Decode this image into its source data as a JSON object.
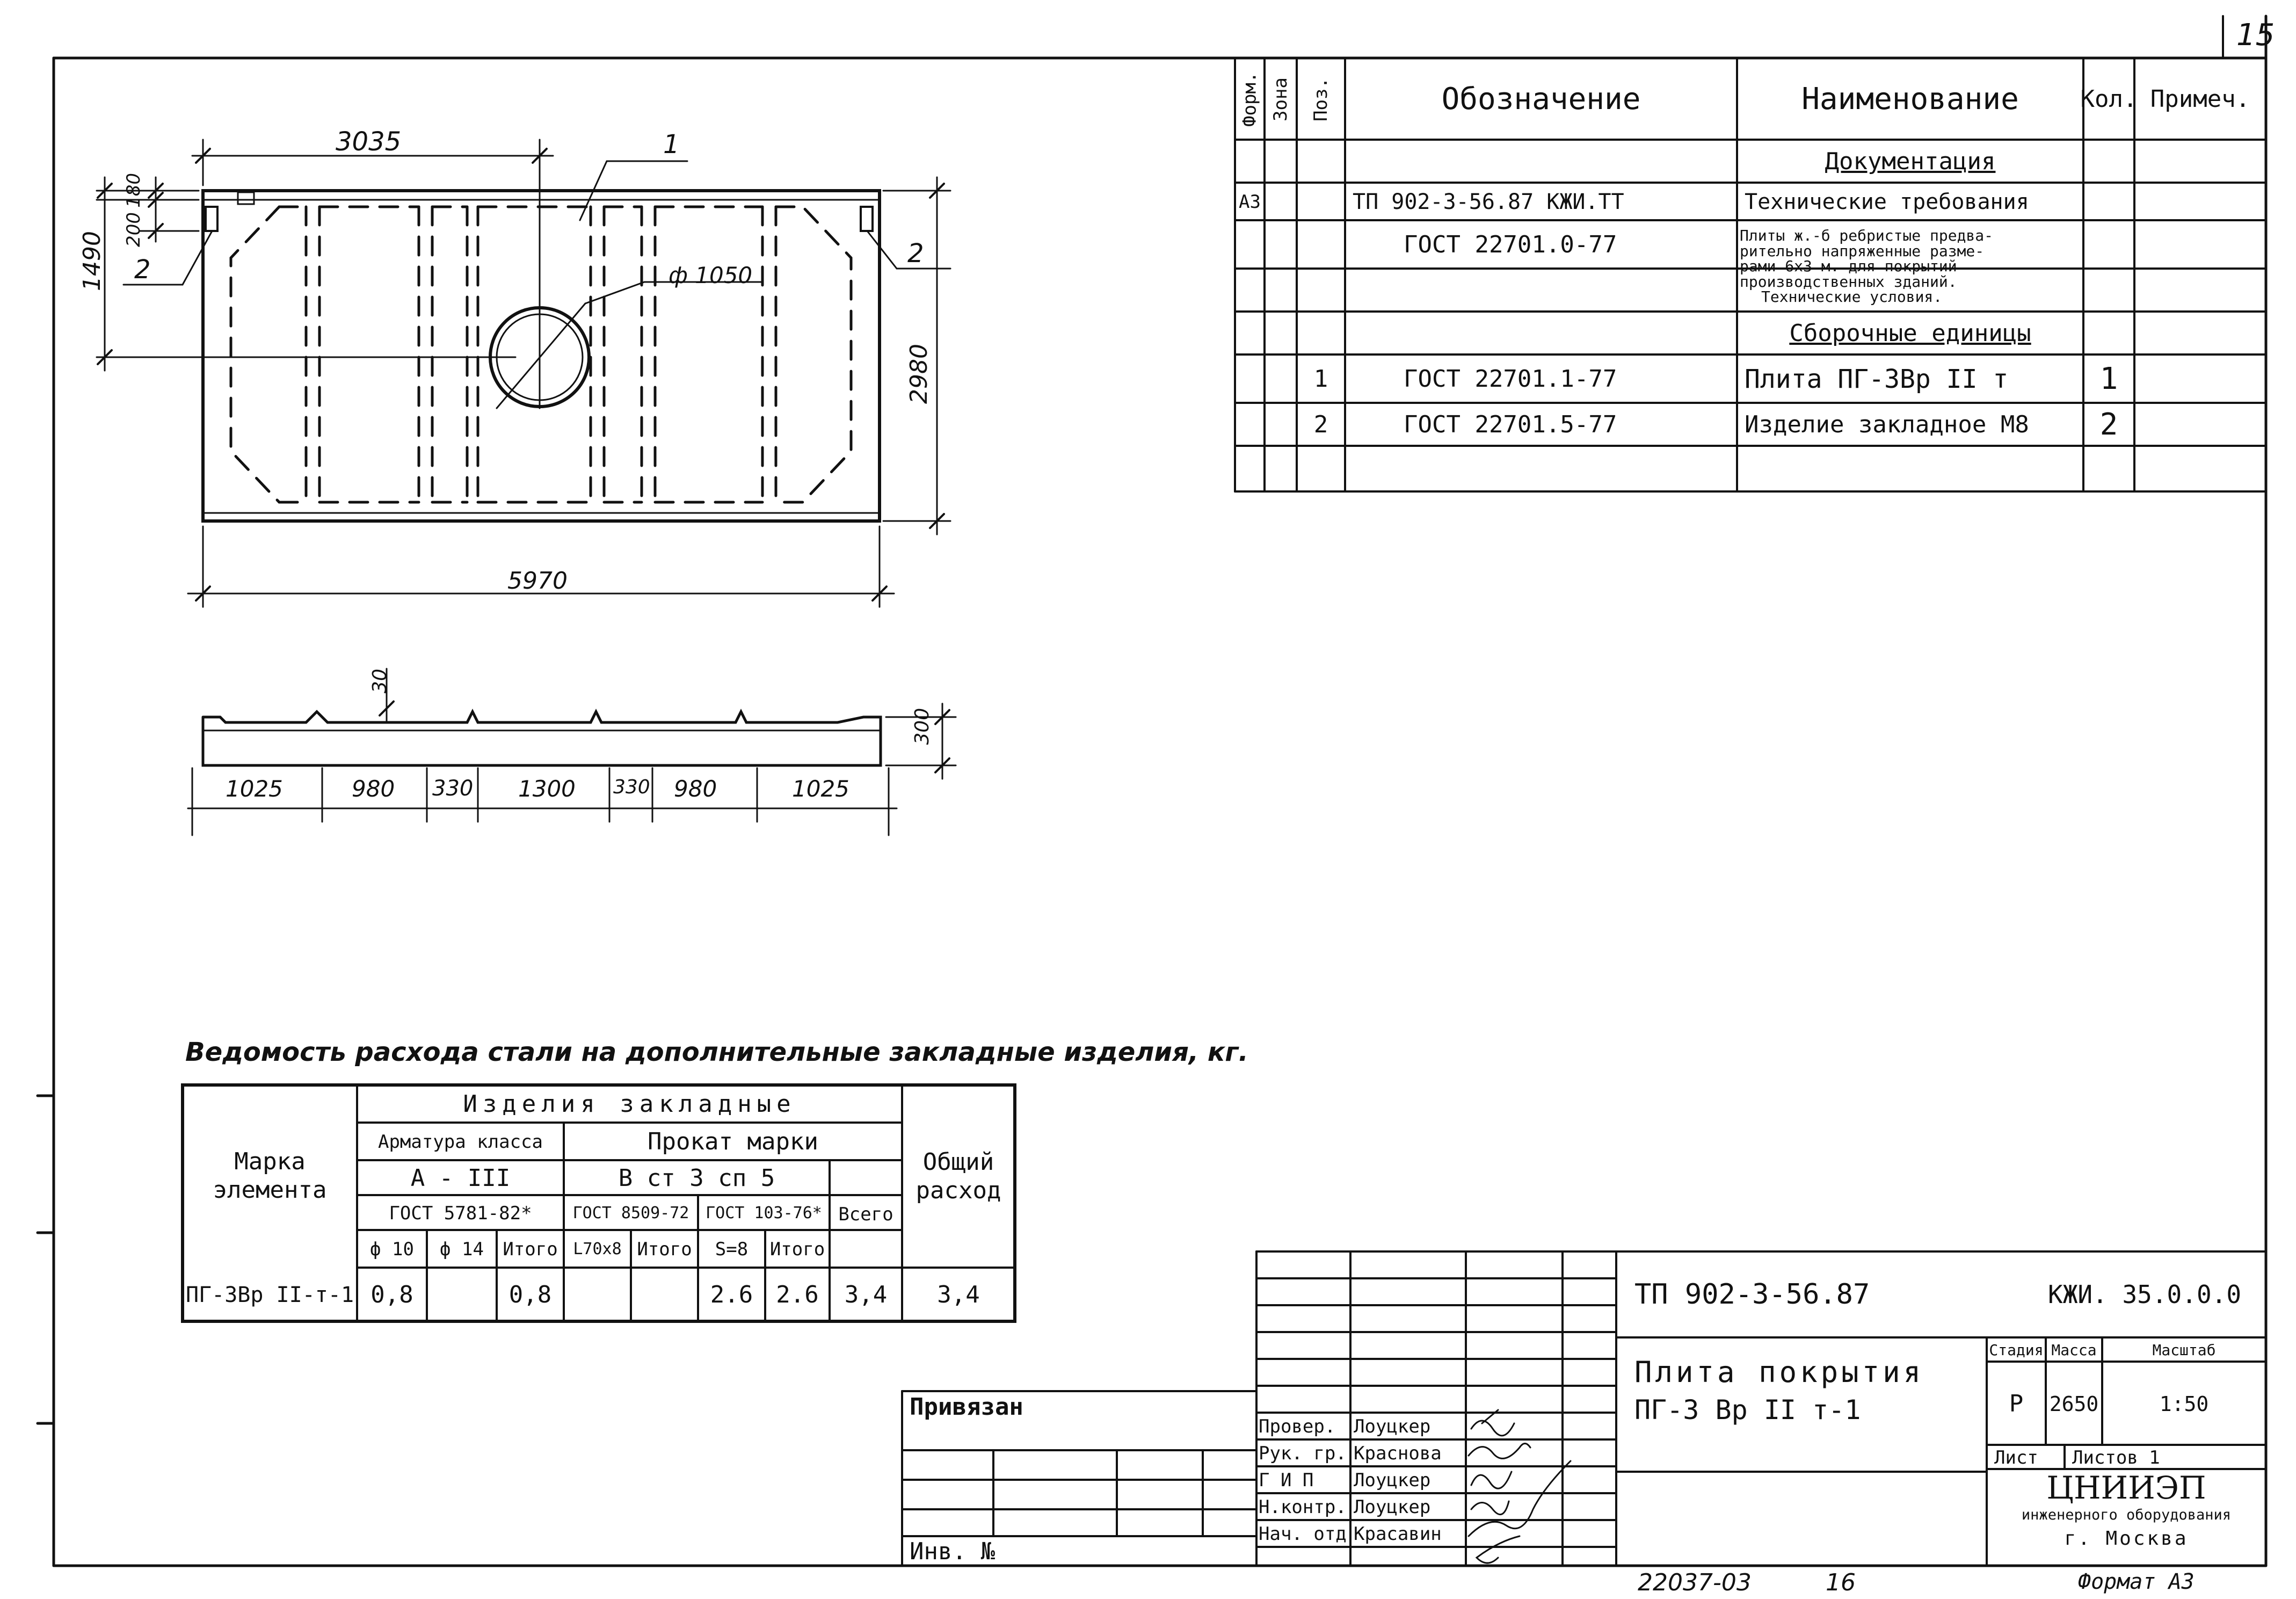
{
  "sheet": {
    "number": "15",
    "bottom_code": "22037-03",
    "bottom_num": "16",
    "format": "Формат А3"
  },
  "plan": {
    "dim_3035": "3035",
    "dim_180": "180",
    "dim_200": "200",
    "dim_1490": "1490",
    "dim_2980": "2980",
    "dim_5970": "5970",
    "hole": "ф 1050",
    "leader_1": "1",
    "leader_2a": "2",
    "leader_2b": "2"
  },
  "section": {
    "dim_30": "30",
    "dim_300": "300",
    "segments": [
      "1025",
      "980",
      "330",
      "1300",
      "330",
      "980",
      "1025"
    ]
  },
  "spec": {
    "head": {
      "format": "Форм.",
      "zone": "Зона",
      "pos": "Поз.",
      "designation": "Обозначение",
      "name": "Наименование",
      "qty": "Кол.",
      "note": "Примеч."
    },
    "rows": {
      "doc_section": "Документация",
      "r1_format": "А3",
      "r1_des": "ТП 902-3-56.87       КЖИ.ТТ",
      "r1_name": "Технические требования",
      "r2_des": "ГОСТ 22701.0-77",
      "r2_name_1": "Плиты ж.-б ребристые предва-",
      "r2_name_2": "рительно напряженные разме-",
      "r2_name_3": "рами 6х3 м. для покрытий",
      "r2_name_4": "производственных зданий.",
      "r2_name_5": "Технические условия.",
      "asm_section": "Сборочные единицы",
      "r3_pos": "1",
      "r3_des": "ГОСТ 22701.1-77",
      "r3_name": "Плита ПГ-3Вр II т",
      "r3_qty": "1",
      "r4_pos": "2",
      "r4_des": "ГОСТ 22701.5-77",
      "r4_name": "Изделие закладное М8",
      "r4_qty": "2"
    }
  },
  "steel": {
    "title": "Ведомость расхода стали на дополнительные закладные изделия, кг.",
    "mark_head": "Марка элемента",
    "items_head": "Изделия   закладные",
    "rebar_head": "Арматура класса",
    "rebar_class": "А - III",
    "rolled_head": "Прокат   марки",
    "rolled_grade": "В ст 3  сп 5",
    "gost_rebar": "ГОСТ 5781-82*",
    "gost_8509": "ГОСТ 8509-72",
    "gost_103": "ГОСТ 103-76*",
    "total_head": "Всего",
    "grand_head": "Общий расход",
    "c_d10": "ф 10",
    "c_d14": "ф 14",
    "c_itogo1": "Итого",
    "c_l70": "L70х8",
    "c_itogo2": "Итого",
    "c_s8": "S=8",
    "c_itogo3": "Итого",
    "row_mark": "ПГ-3Вр II-т-1",
    "v_d10": "0,8",
    "v_d14": "",
    "v_itogo1": "0,8",
    "v_l70": "",
    "v_itogo2": "",
    "v_s8": "2.6",
    "v_itogo3": "2.6",
    "v_total": "3,4",
    "v_grand": "3,4"
  },
  "titleblock": {
    "privyazan": "Привязан",
    "inv": "Инв. №",
    "roles": [
      "Провер.",
      "Рук. гр.",
      "Г И П",
      "Н.контр.",
      "Нач. отд"
    ],
    "names": [
      "Лоуцкер",
      "Краснова",
      "Лоуцкер",
      "Лоуцкер",
      "Красавин"
    ],
    "doc_code": "ТП 902-3-56.87",
    "sheet_code": "КЖИ. 35.0.0.0",
    "title_1": "Плита  покрытия",
    "title_2": "ПГ-3 Вр II т-1",
    "stage_head": "Стадия",
    "mass_head": "Масса",
    "scale_head": "Масштаб",
    "stage": "Р",
    "mass": "2650",
    "scale": "1:50",
    "sheet_head": "Лист",
    "sheets_head": "Листов 1",
    "org_1": "ЦНИИЭП",
    "org_2": "инженерного оборудования",
    "org_3": "г. Москва"
  }
}
